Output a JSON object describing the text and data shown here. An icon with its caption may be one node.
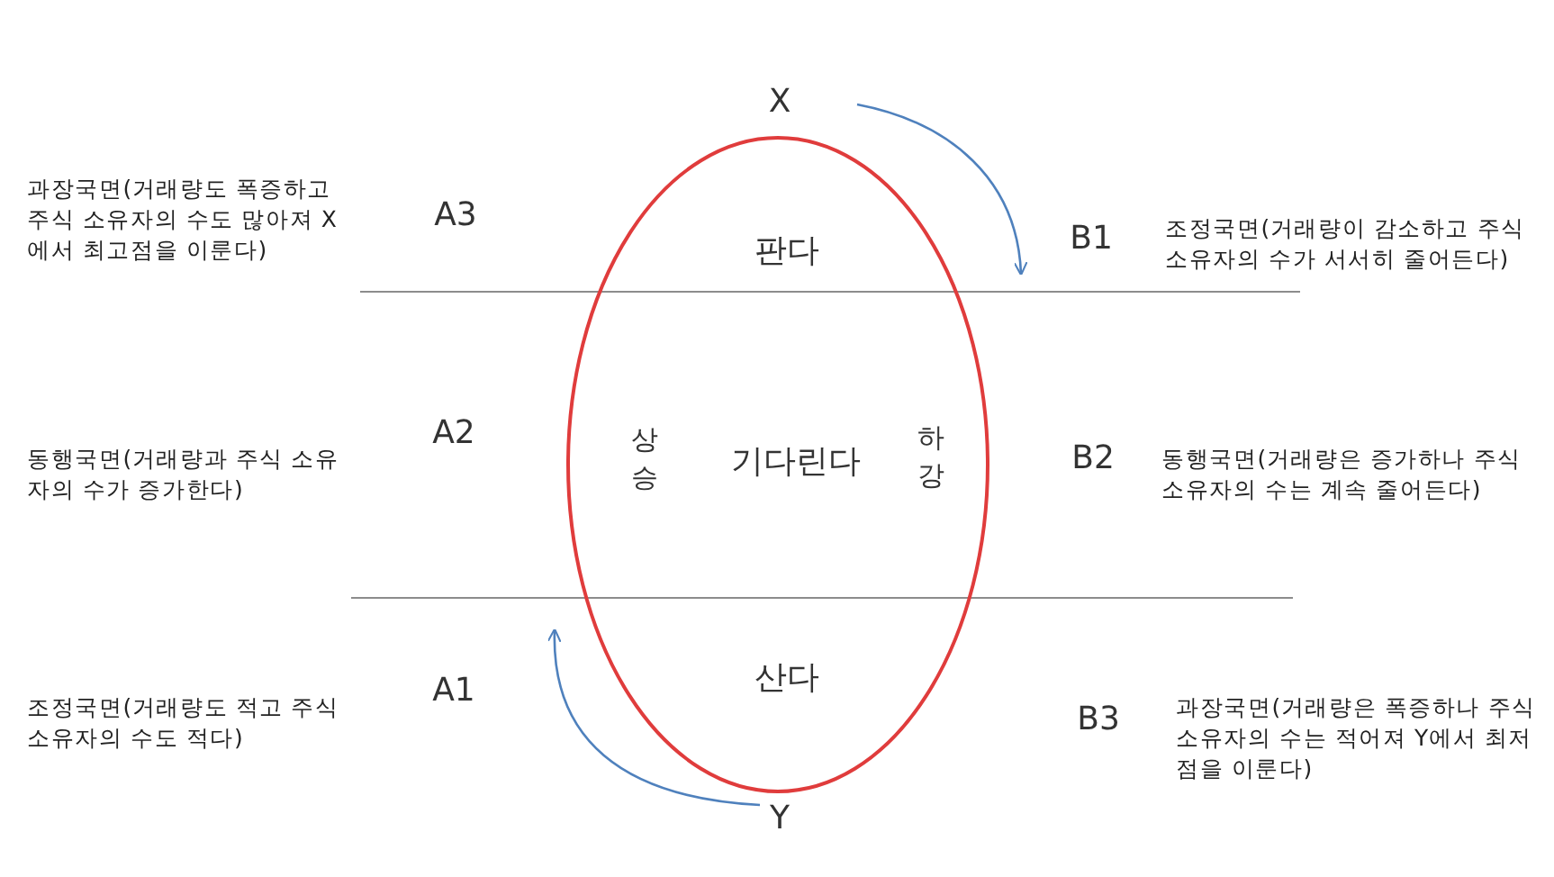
{
  "diagram": {
    "nodes": [
      {
        "text": [
          "판다",
          "상승",
          "기다린다",
          "하강",
          "산다"
        ],
        "beside": [
          "X",
          "Y"
        ]
      }
    ],
    "edges": [],
    "labels": [
      "과장국면(거래량도 폭증하고 주식 소유자의 수도 많아져 X에서 최고점을 이룬다)",
      "A3",
      "B1",
      "조정국면(거래량이 감소하고 주식 소유자의 수가 서서히 줄어든다)",
      "A2",
      "동행국면(거래량과 주식 소유자의 수가 증가한다)",
      "B2",
      "동행국면(거래량은 증가하나 주식 소유자의 수는 계속 줄어든다)",
      "조정국면(거래량도 적고 주식 소유자의 수도 적다)",
      "A1",
      "B3",
      "과장국면(거래량은 폭증하나 주식 소유자의 수는 적어져 Y에서 최저점을 이룬다)"
    ]
  }
}
